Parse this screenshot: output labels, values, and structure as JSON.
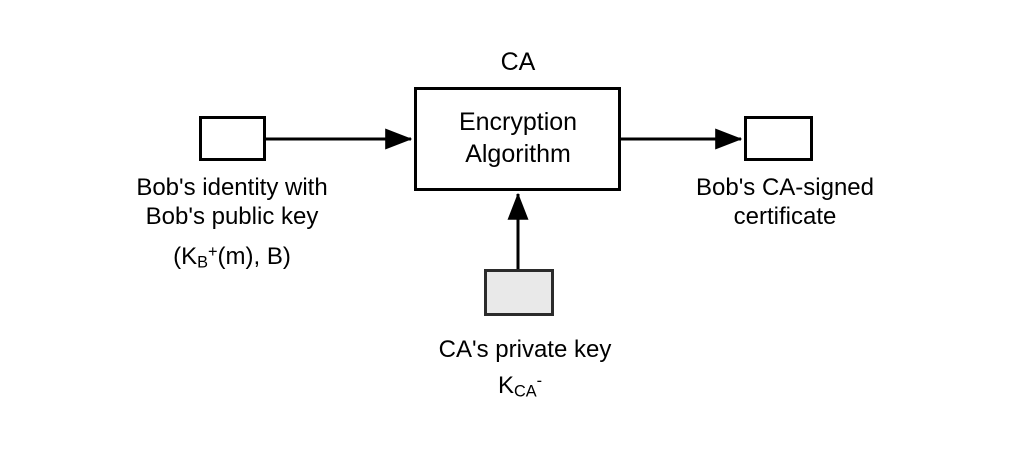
{
  "diagram": {
    "title_label": "CA",
    "process_box": {
      "line1": "Encryption",
      "line2": "Algorithm"
    },
    "input_left": {
      "caption_line1": "Bob's identity with",
      "caption_line2": "Bob's public key",
      "formula_open": "(K",
      "formula_sub": "B",
      "formula_sup": "+",
      "formula_rest": "(m), B)"
    },
    "input_bottom": {
      "caption": "CA's private key",
      "formula_base": "K",
      "formula_sub": "CA",
      "formula_sup": "-",
      "fill_color": "#e9e9e9"
    },
    "output_right": {
      "caption_line1": "Bob's CA-signed",
      "caption_line2": "certificate"
    },
    "colors": {
      "stroke": "#000000",
      "background": "#ffffff",
      "shaded_fill": "#e9e9e9"
    }
  }
}
